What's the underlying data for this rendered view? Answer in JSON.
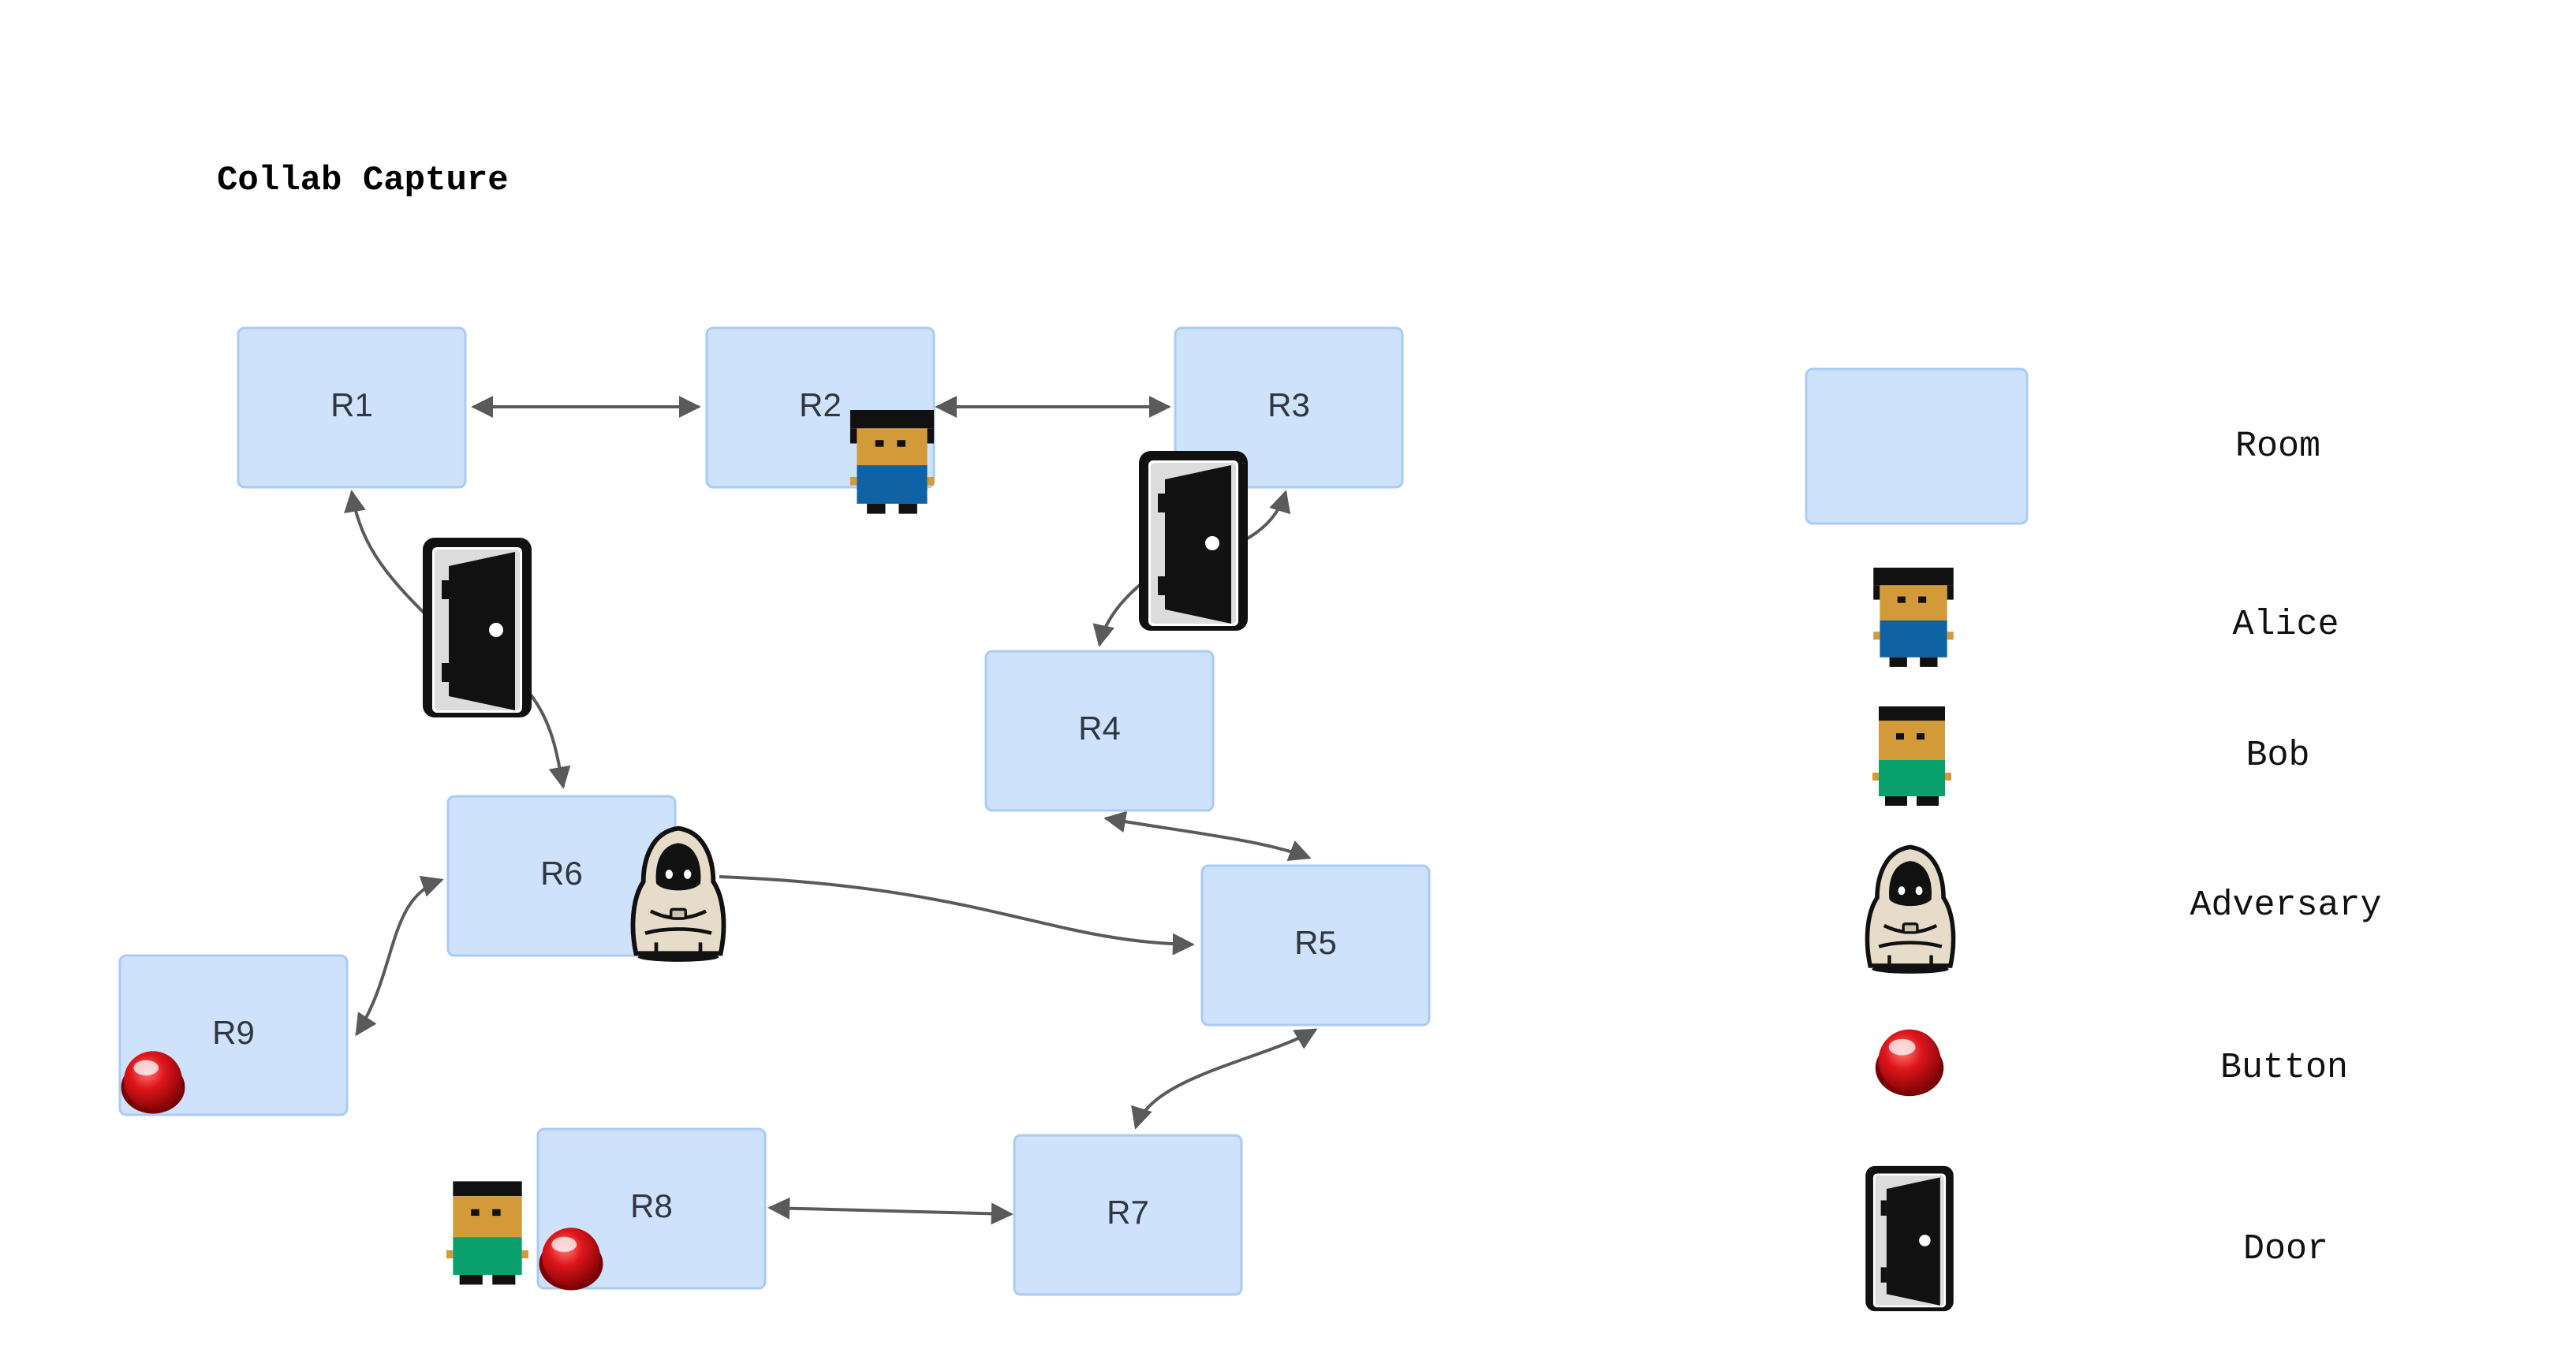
{
  "title": "Collab Capture",
  "rooms": [
    {
      "id": "R1",
      "label": "R1"
    },
    {
      "id": "R2",
      "label": "R2"
    },
    {
      "id": "R3",
      "label": "R3"
    },
    {
      "id": "R4",
      "label": "R4"
    },
    {
      "id": "R5",
      "label": "R5"
    },
    {
      "id": "R6",
      "label": "R6"
    },
    {
      "id": "R7",
      "label": "R7"
    },
    {
      "id": "R8",
      "label": "R8"
    },
    {
      "id": "R9",
      "label": "R9"
    }
  ],
  "connections": [
    {
      "from": "R1",
      "to": "R2",
      "type": "bidirectional"
    },
    {
      "from": "R2",
      "to": "R3",
      "type": "bidirectional"
    },
    {
      "from": "R1",
      "to": "R6",
      "type": "bidirectional",
      "via": "door"
    },
    {
      "from": "R3",
      "to": "R4",
      "type": "bidirectional",
      "via": "door"
    },
    {
      "from": "R4",
      "to": "R5",
      "type": "bidirectional"
    },
    {
      "from": "R6",
      "to": "R5",
      "type": "directed"
    },
    {
      "from": "R9",
      "to": "R6",
      "type": "bidirectional"
    },
    {
      "from": "R5",
      "to": "R7",
      "type": "bidirectional"
    },
    {
      "from": "R8",
      "to": "R7",
      "type": "bidirectional"
    }
  ],
  "placements": {
    "alice": "R2",
    "bob": "R8",
    "adversary": "R6",
    "buttons": [
      "R9",
      "R8"
    ]
  },
  "legend": {
    "room": "Room",
    "alice": "Alice",
    "bob": "Bob",
    "adversary": "Adversary",
    "button": "Button",
    "door": "Door"
  },
  "colors": {
    "room_fill": "#cfe2fb",
    "room_stroke": "#aacbf2",
    "edge": "#5a5a5a",
    "alice_shirt": "#0f62a3",
    "bob_shirt": "#0aa06e",
    "skin": "#d39a3a",
    "button_red": "#e0161c",
    "door": "#111111"
  },
  "icons": {
    "alice": "pixel-person-blue-shirt-icon",
    "bob": "pixel-person-green-shirt-icon",
    "adversary": "hooded-figure-icon",
    "button": "red-button-icon",
    "door": "open-door-icon"
  }
}
